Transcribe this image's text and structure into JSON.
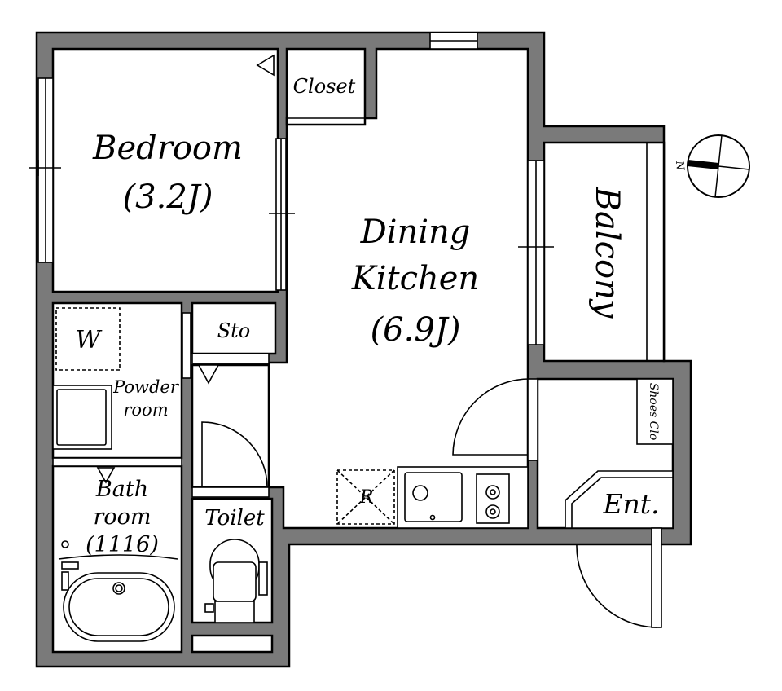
{
  "rooms": {
    "bedroom": {
      "name": "Bedroom",
      "size": "(3.2J)"
    },
    "dining": {
      "line1": "Dining",
      "line2": "Kitchen",
      "size": "(6.9J)"
    },
    "closet": "Closet",
    "storage": "Sto",
    "balcony": "Balcony",
    "washer": "W",
    "powder": {
      "line1": "Powder",
      "line2": "room"
    },
    "bath": {
      "line1": "Bath",
      "line2": "room",
      "line3": "(1116)"
    },
    "toilet": "Toilet",
    "refrigerator": "R",
    "shoes": "Shoes Clo",
    "entrance": "Ent."
  },
  "compass": {
    "label": "N"
  },
  "colors": {
    "wall": "#7a7a7a",
    "line": "#000000",
    "floor": "#ffffff"
  }
}
